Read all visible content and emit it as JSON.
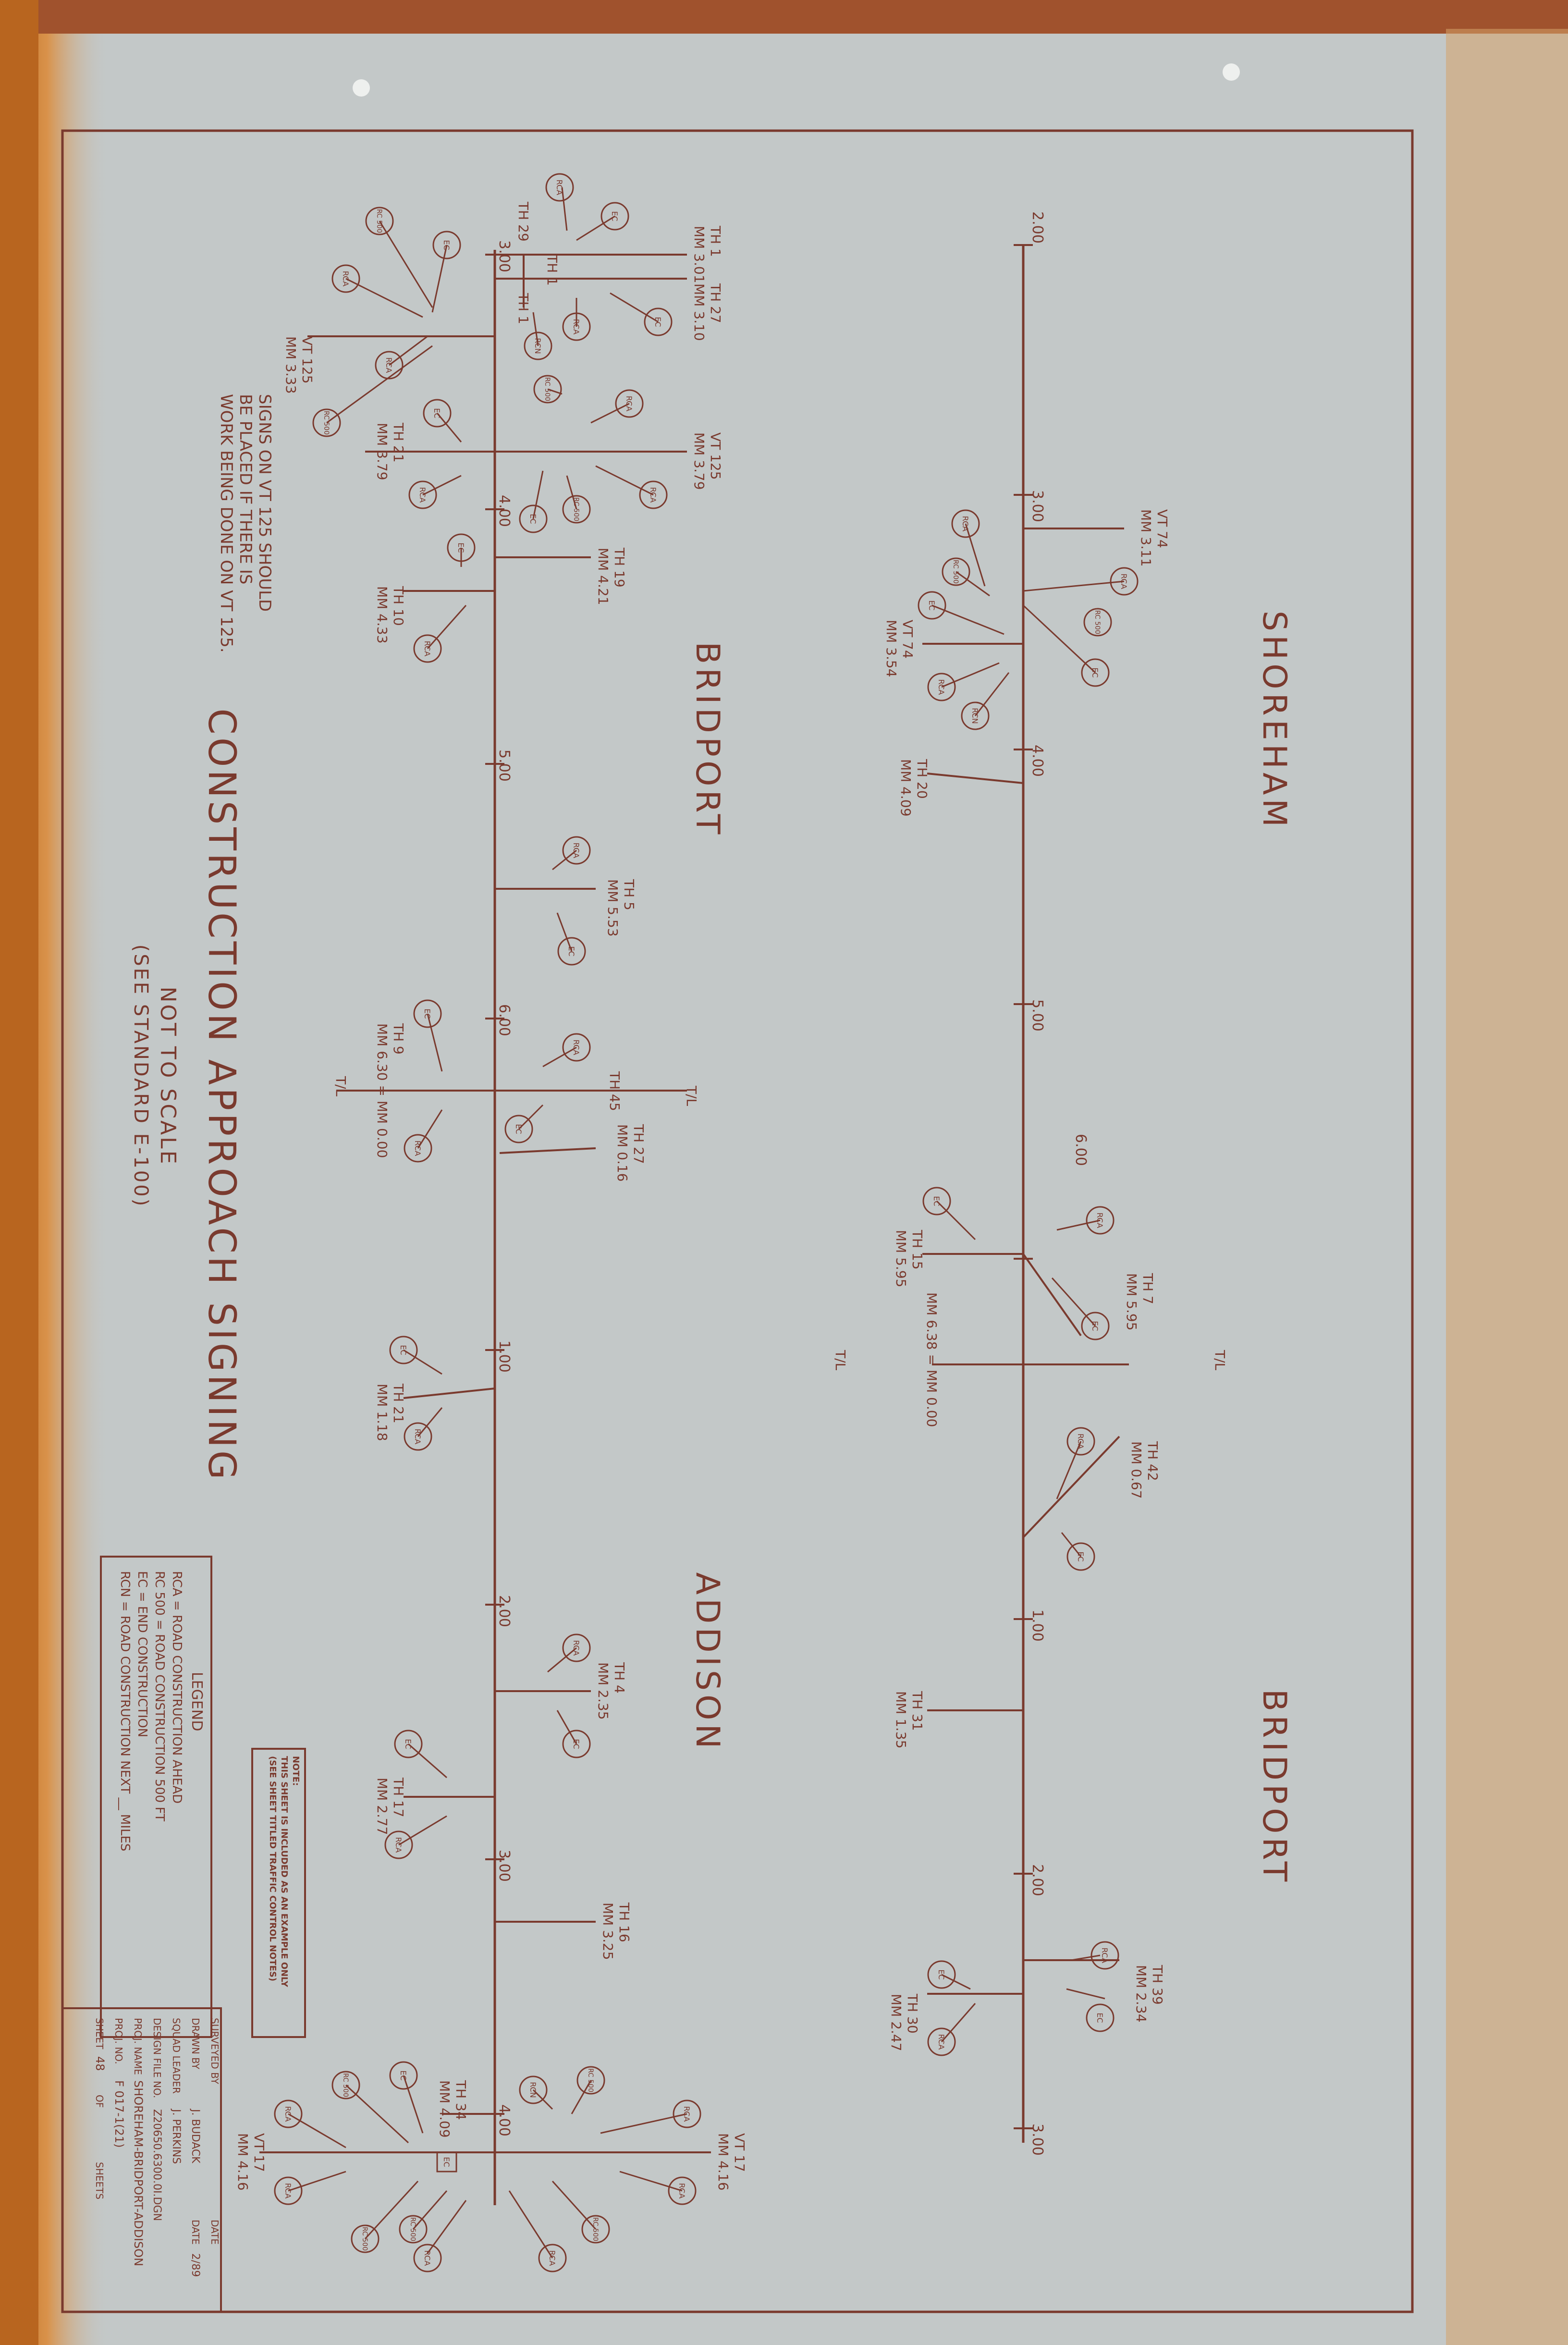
{
  "sheet": {
    "title": "CONSTRUCTION APPROACH SIGNING",
    "subtitle": "NOT TO SCALE",
    "standard_ref": "(SEE STANDARD E-100)",
    "vt125_note": [
      "SIGNS ON VT 125 SHOULD",
      "BE PLACED IF THERE IS",
      "WORK BEING DONE ON VT 125."
    ],
    "box_note": [
      "NOTE:",
      "THIS SHEET IS INCLUDED AS AN EXAMPLE ONLY",
      "(SEE SHEET TITLED TRAFFIC CONTROL NOTES)"
    ]
  },
  "towns": {
    "shoreham": "SHOREHAM",
    "bridport_upper": "BRIDPORT",
    "bridport_lower": "BRIDPORT",
    "addison": "ADDISON"
  },
  "legend": {
    "title": "LEGEND",
    "items": [
      "RCA    = ROAD CONSTRUCTION AHEAD",
      "RC 500 = ROAD CONSTRUCTION 500 FT",
      "EC     = END CONSTRUCTION",
      "RCN    = ROAD CONSTRUCTION NEXT __ MILES"
    ]
  },
  "title_block": {
    "rows": [
      {
        "label": "SURVEYED BY",
        "value": "",
        "label2": "DATE",
        "value2": ""
      },
      {
        "label": "DRAWN BY",
        "value": "J. BUDACK",
        "label2": "DATE",
        "value2": "2/89"
      },
      {
        "label": "SQUAD LEADER",
        "value": "J. PERKINS",
        "label2": "",
        "value2": ""
      },
      {
        "label": "DESIGN FILE NO.",
        "value": "Z20650.6300.0I.DGN",
        "label2": "",
        "value2": ""
      },
      {
        "label": "PROJ. NAME",
        "value": "SHOREHAM-BRIDPORT-ADDISON",
        "label2": "",
        "value2": ""
      },
      {
        "label": "PROJ. NO.",
        "value": "F 017-1(21)",
        "label2": "",
        "value2": ""
      },
      {
        "label": "SHEET",
        "value": "48",
        "label2": "OF",
        "value2": "SHEETS"
      }
    ]
  },
  "upper_route": {
    "mile_markers": [
      "2.00",
      "3.00",
      "4.00",
      "5.00",
      "6.00",
      "1.00",
      "2.00",
      "3.00"
    ],
    "labels": [
      [
        "VT 74",
        "MM 3.11"
      ],
      [
        "VT 74",
        "MM 3.54"
      ],
      [
        "TH 20",
        "MM 4.09"
      ],
      [
        "TH 7",
        "MM 5.95"
      ],
      [
        "TH 15",
        "MM 5.95"
      ],
      [
        "MM 6.38 = MM 0.00"
      ],
      [
        "T/L"
      ],
      [
        "T/L"
      ],
      [
        "TH 42",
        "MM 0.67"
      ],
      [
        "TH 31",
        "MM 1.35"
      ],
      [
        "TH 39",
        "MM 2.34"
      ],
      [
        "TH 30",
        "MM 2.47"
      ]
    ]
  },
  "lower_route": {
    "mile_markers": [
      "3.00",
      "4.00",
      "5.00",
      "6.00",
      "1.00",
      "2.00",
      "3.00",
      "4.00"
    ],
    "labels": [
      [
        "TH 1",
        "MM 3.01"
      ],
      [
        "TH 27",
        "MM 3.10"
      ],
      [
        "TH 29"
      ],
      [
        "TH 1"
      ],
      [
        "TH 1"
      ],
      [
        "VT 125",
        "MM 3.33"
      ],
      [
        "VT 125",
        "MM 3.79"
      ],
      [
        "TH 21",
        "MM 3.79"
      ],
      [
        "TH 19",
        "MM 4.21"
      ],
      [
        "TH 10",
        "MM 4.33"
      ],
      [
        "TH 5",
        "MM 5.53"
      ],
      [
        "TH 45"
      ],
      [
        "T/L"
      ],
      [
        "TH 27",
        "MM 0.16"
      ],
      [
        "TH 9",
        "MM 6.30 = MM 0.00"
      ],
      [
        "T/L"
      ],
      [
        "TH 21",
        "MM 1.18"
      ],
      [
        "TH 4",
        "MM 2.35"
      ],
      [
        "TH 17",
        "MM 2.77"
      ],
      [
        "TH 16",
        "MM 3.25"
      ],
      [
        "TH 34",
        "MM 4.09"
      ],
      [
        "VT 17",
        "MM 4.16"
      ],
      [
        "VT 17",
        "MM 4.16"
      ]
    ]
  },
  "sign_codes": [
    "RCA",
    "RC 500",
    "EC",
    "RCN"
  ]
}
